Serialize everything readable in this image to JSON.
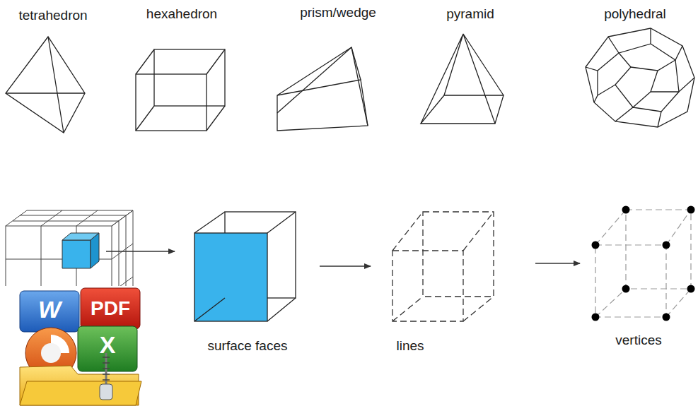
{
  "diagram": {
    "labels": [
      "tetrahedron",
      "hexahedron",
      "prism/wedge",
      "pyramid",
      "polyhedral",
      "surface faces",
      "lines",
      "vertices",
      "W",
      "PDF",
      "X"
    ]
  }
}
